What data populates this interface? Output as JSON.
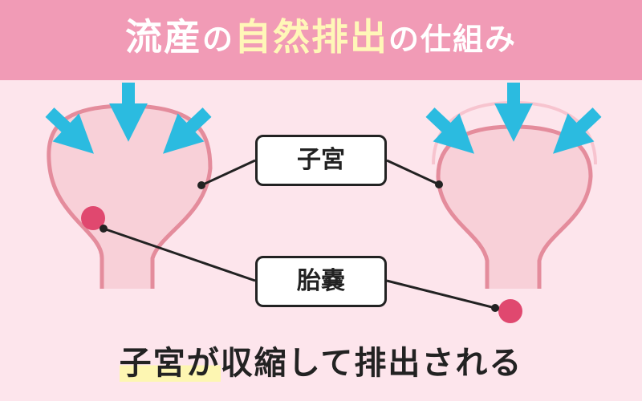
{
  "title": {
    "part1": "流産",
    "part2": "の",
    "part3": "自然排出",
    "part4": "の仕組み"
  },
  "labels": {
    "uterus": "子宮",
    "gestational_sac": "胎嚢"
  },
  "caption": {
    "highlighted": "子宮が",
    "rest": "収縮して排出される"
  },
  "colors": {
    "banner": "#f19bb6",
    "background": "#fde5ec",
    "uterus_fill": "#f8d0d8",
    "uterus_outline": "#e48c9c",
    "arrow": "#2bbbe0",
    "sac": "#e0486f",
    "highlight": "#fdf6b2"
  }
}
